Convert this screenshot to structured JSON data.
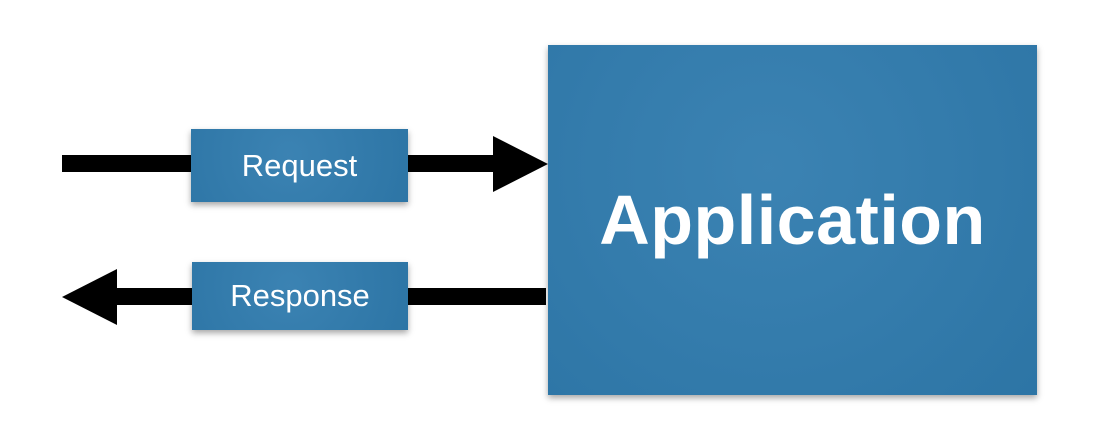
{
  "diagram": {
    "application": {
      "label": "Application"
    },
    "request": {
      "label": "Request",
      "direction": "into-application"
    },
    "response": {
      "label": "Response",
      "direction": "out-of-application"
    }
  },
  "colors": {
    "box_blue": "#2f7bae",
    "arrow_black": "#000000",
    "text_white": "#ffffff",
    "background": "#ffffff"
  }
}
